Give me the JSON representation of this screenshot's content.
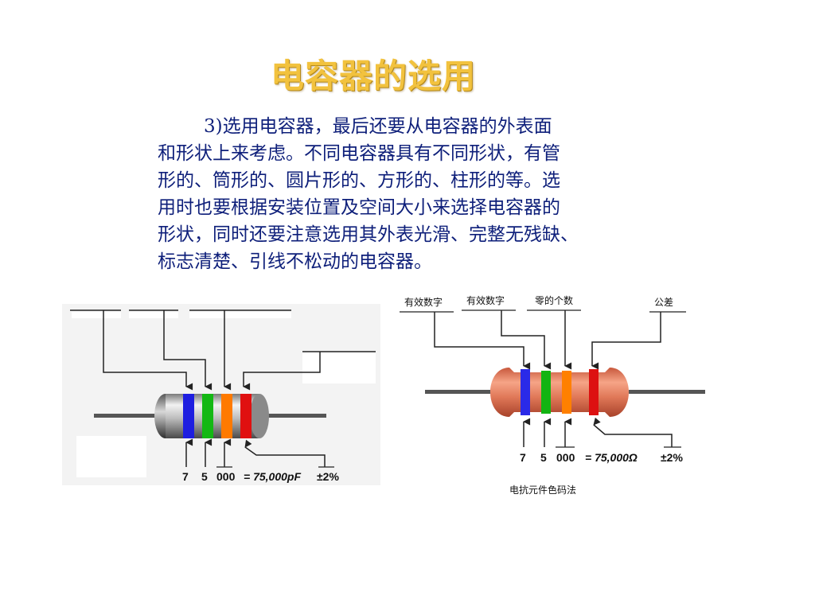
{
  "title": "电容器的选用",
  "paragraph": {
    "lines": [
      "3)选用电容器，最后还要从电容器的外表面",
      "和形状上来考虑。不同电容器具有不同形状，有管",
      "形的、筒形的、圆片形的、方形的、柱形的等。选",
      "用时也要根据安装位置及空间大小来选择电容器的",
      "形状，同时还要注意选用其外表光滑、完整无残缺、",
      "标志清楚、引线不松动的电容器。"
    ]
  },
  "capacitor_diagram": {
    "digit1": "7",
    "digit2": "5",
    "multiplier": "000",
    "equation": "= 75,000pF",
    "tolerance": "±2%",
    "band_colors": [
      "#1e1ee0",
      "#14b814",
      "#ff7a00",
      "#e01010"
    ]
  },
  "resistor_diagram": {
    "label_digit1": "有效数字",
    "label_digit2": "有效数字",
    "label_multiplier": "零的个数",
    "label_tolerance": "公差",
    "digit1": "7",
    "digit2": "5",
    "multiplier": "000",
    "equation": "= 75,000Ω",
    "tolerance": "±2%",
    "caption": "电抗元件色码法",
    "band_colors": [
      "#2a2ae8",
      "#12b412",
      "#ff8000",
      "#dd1111"
    ],
    "body_color": "#f08a6a"
  }
}
